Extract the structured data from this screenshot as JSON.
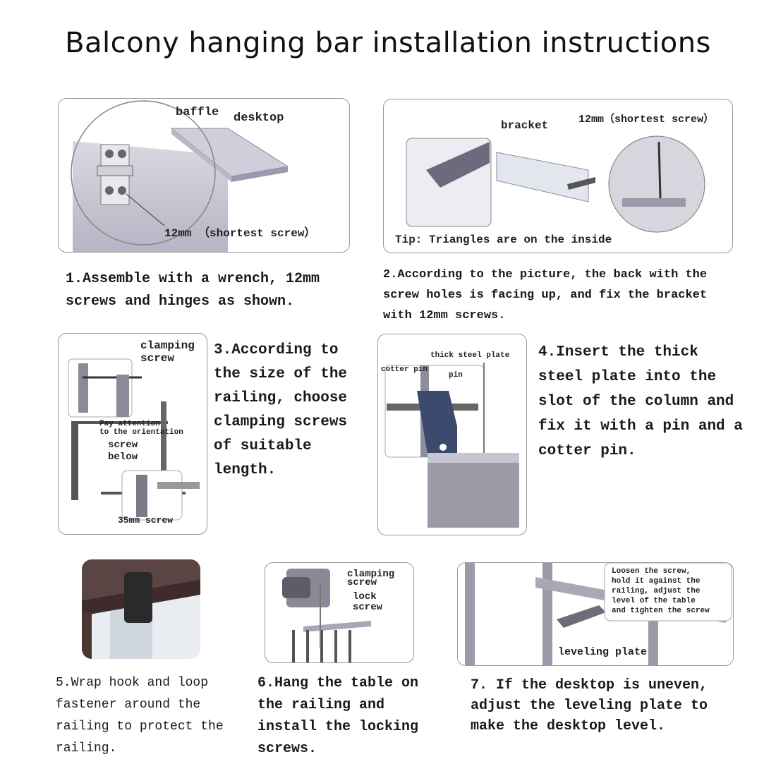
{
  "title": "Balcony hanging bar installation instructions",
  "steps": [
    {
      "text": "1.Assemble with a wrench, 12mm screws and hinges as shown.",
      "labels": {
        "baffle": "baffle",
        "desktop": "desktop",
        "screw": "12mm （shortest screw）"
      }
    },
    {
      "text": "2.According to the picture, the back with the screw holes is facing up, and fix the bracket with 12mm screws.",
      "labels": {
        "bracket": "bracket",
        "screw": "12mm（shortest screw）",
        "tip": "Tip: Triangles are on the inside"
      }
    },
    {
      "text": "3.According to the size of the railing, choose clamping screws of suitable length.",
      "labels": {
        "clamping": "clamping",
        "screw": "screw",
        "attention": "Pay attention",
        "orientation": "to the orientation",
        "screw_below1": "screw",
        "screw_below2": "below",
        "screw35": "35mm screw"
      }
    },
    {
      "text": "4.Insert the thick steel plate into the slot of the column and fix it with a pin and a cotter pin.",
      "labels": {
        "plate": "thick steel plate",
        "cotter": "cotter pin",
        "pin": "pin"
      }
    },
    {
      "text": "5.Wrap hook and loop fastener around the railing to protect the railing."
    },
    {
      "text": "6.Hang the table on the railing and install the locking screws.",
      "labels": {
        "clamping": "clamping",
        "clamping2": "screw",
        "lock": "lock",
        "lock2": "screw"
      }
    },
    {
      "text": "7. If the desktop is uneven, adjust the leveling plate to make the desktop level.",
      "labels": {
        "leveling": "leveling plate",
        "note1": "Loosen the screw,",
        "note2": "hold it against the",
        "note3": "railing, adjust the",
        "note4": "level of the table",
        "note5": "and tighten the screw"
      }
    }
  ]
}
